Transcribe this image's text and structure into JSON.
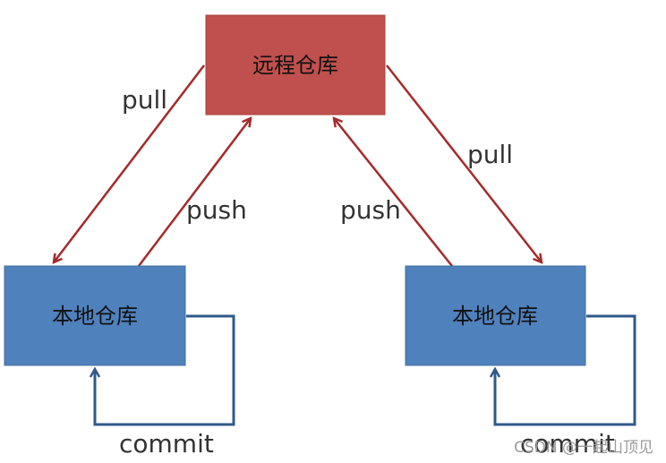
{
  "colors": {
    "remote_box": "#C0504D",
    "remote_border": "#A8403E",
    "local_box": "#4F81BD",
    "local_border": "#41709F",
    "red_arrow": "#A52A2A",
    "blue_arrow": "#2F5A8A",
    "label_text": "#333333"
  },
  "nodes": {
    "remote": {
      "label": "远程仓库"
    },
    "local_left": {
      "label": "本地仓库"
    },
    "local_right": {
      "label": "本地仓库"
    }
  },
  "edges": {
    "pull_left": {
      "label": "pull"
    },
    "push_left": {
      "label": "push"
    },
    "push_right": {
      "label": "push"
    },
    "pull_right": {
      "label": "pull"
    },
    "commit_left": {
      "label": "commit"
    },
    "commit_right": {
      "label": "commit"
    }
  },
  "watermark": "CSDN @一起山顶见"
}
